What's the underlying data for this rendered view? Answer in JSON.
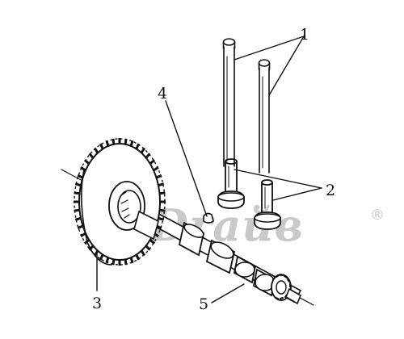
{
  "callouts": [
    {
      "id": "1",
      "label": "1"
    },
    {
      "id": "2",
      "label": "2"
    },
    {
      "id": "3",
      "label": "3"
    },
    {
      "id": "4",
      "label": "4"
    },
    {
      "id": "5",
      "label": "5"
    }
  ],
  "watermark": {
    "text": "Drайв",
    "mark": "®"
  }
}
